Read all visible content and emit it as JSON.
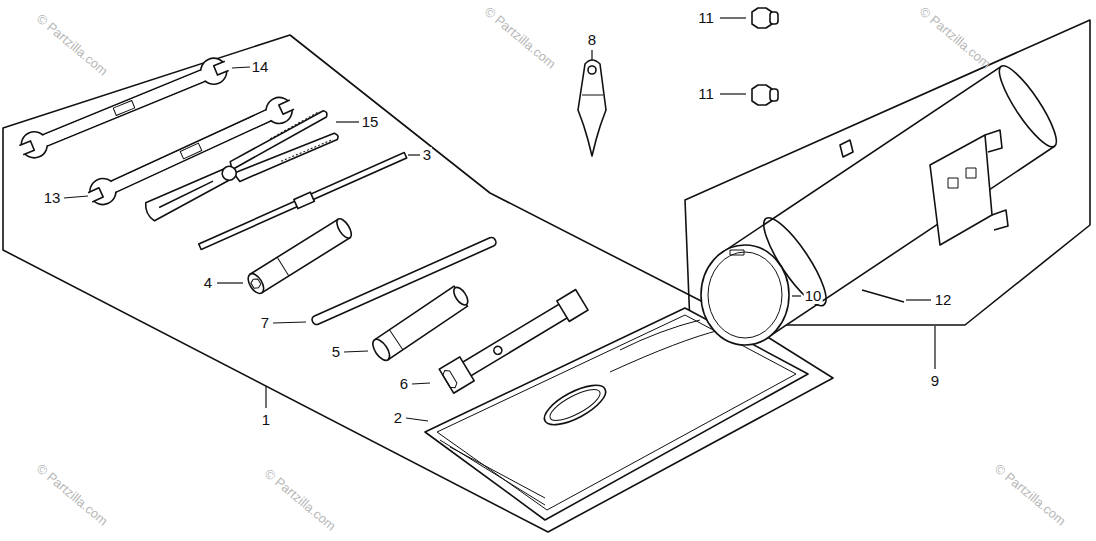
{
  "diagram": {
    "labels": [
      "11",
      "11",
      "8",
      "14",
      "15",
      "3",
      "13",
      "4",
      "7",
      "5",
      "6",
      "2",
      "1",
      "10",
      "12",
      "9",
      "© Partzilla.com",
      "© Partzilla.com",
      "© Partzilla.com",
      "© Partzilla.com",
      "© Partzilla.com",
      "© Partzilla.com"
    ]
  }
}
